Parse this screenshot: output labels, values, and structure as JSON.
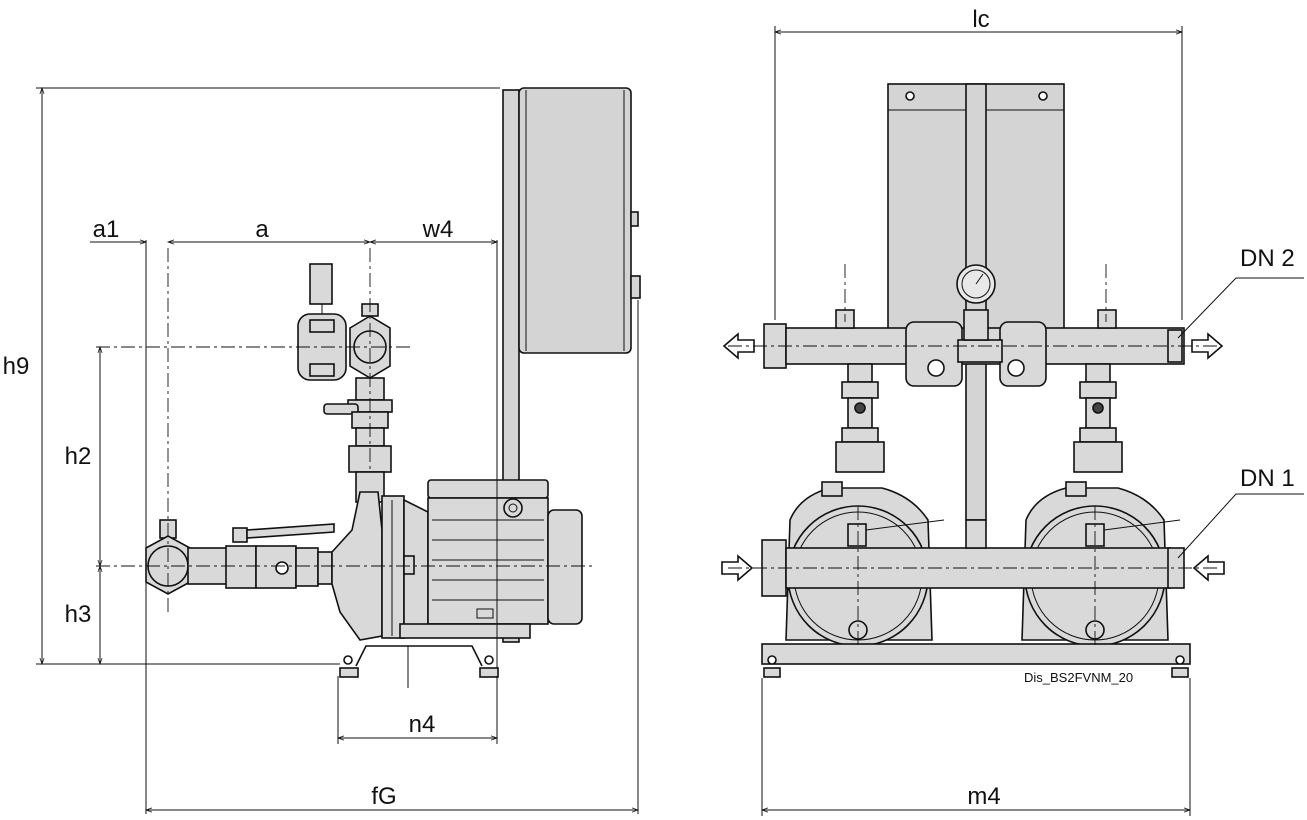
{
  "dimensions": {
    "side_view": {
      "a1": "a1",
      "a": "a",
      "w4": "w4",
      "h9": "h9",
      "h2": "h2",
      "h3": "h3",
      "n4": "n4",
      "fG": "fG"
    },
    "front_view": {
      "lc": "lc",
      "m4": "m4",
      "dn2": "DN 2",
      "dn1": "DN 1"
    }
  },
  "drawing_code": "Dis_BS2FVNM_20",
  "colors": {
    "line": "#111111",
    "body_fill": "#d9d9d9",
    "panel_fill": "#d4d4d4",
    "background": "#ffffff"
  }
}
